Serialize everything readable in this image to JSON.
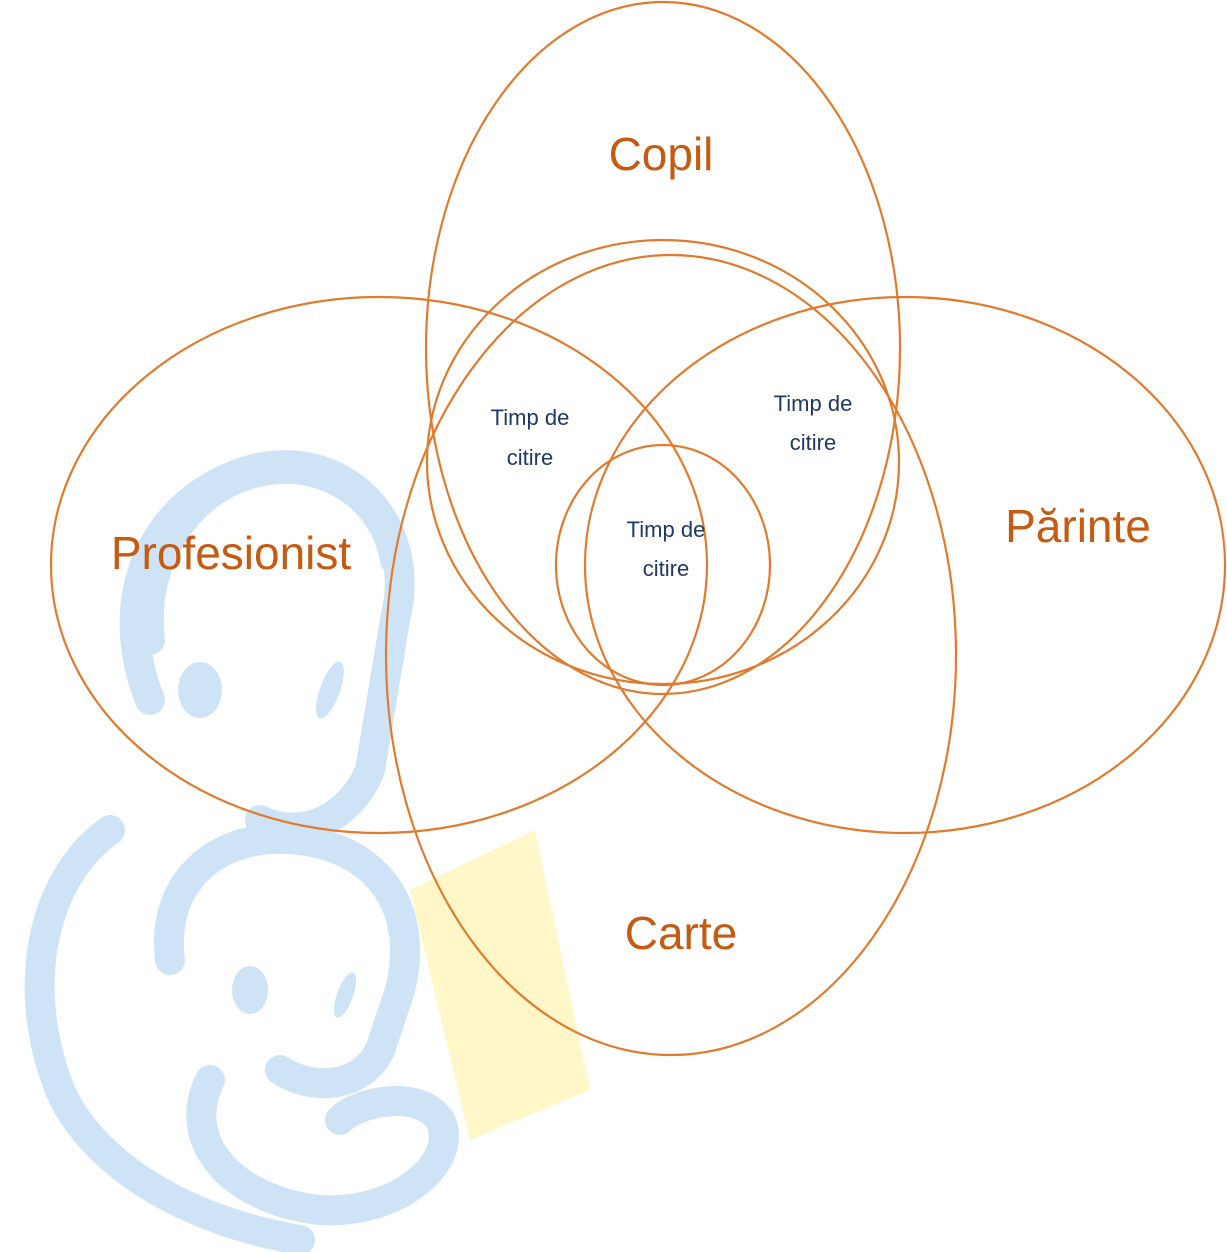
{
  "colors": {
    "outline": "#E07B2E",
    "set_label": "#C55A11",
    "region_label": "#1F3864",
    "watermark_blue": "#CFE3F7",
    "watermark_yellow": "#FFF7C8"
  },
  "sets": {
    "copil": "Copil",
    "profesionist": "Profesionist",
    "parinte": "Părinte",
    "carte": "Carte"
  },
  "regions": {
    "left": {
      "line1": "Timp de",
      "line2": "citire"
    },
    "right": {
      "line1": "Timp de",
      "line2": "citire"
    },
    "center": {
      "line1": "Timp de",
      "line2": "citire"
    }
  },
  "watermark": {
    "icon": "parent-reading-with-child-illustration"
  }
}
